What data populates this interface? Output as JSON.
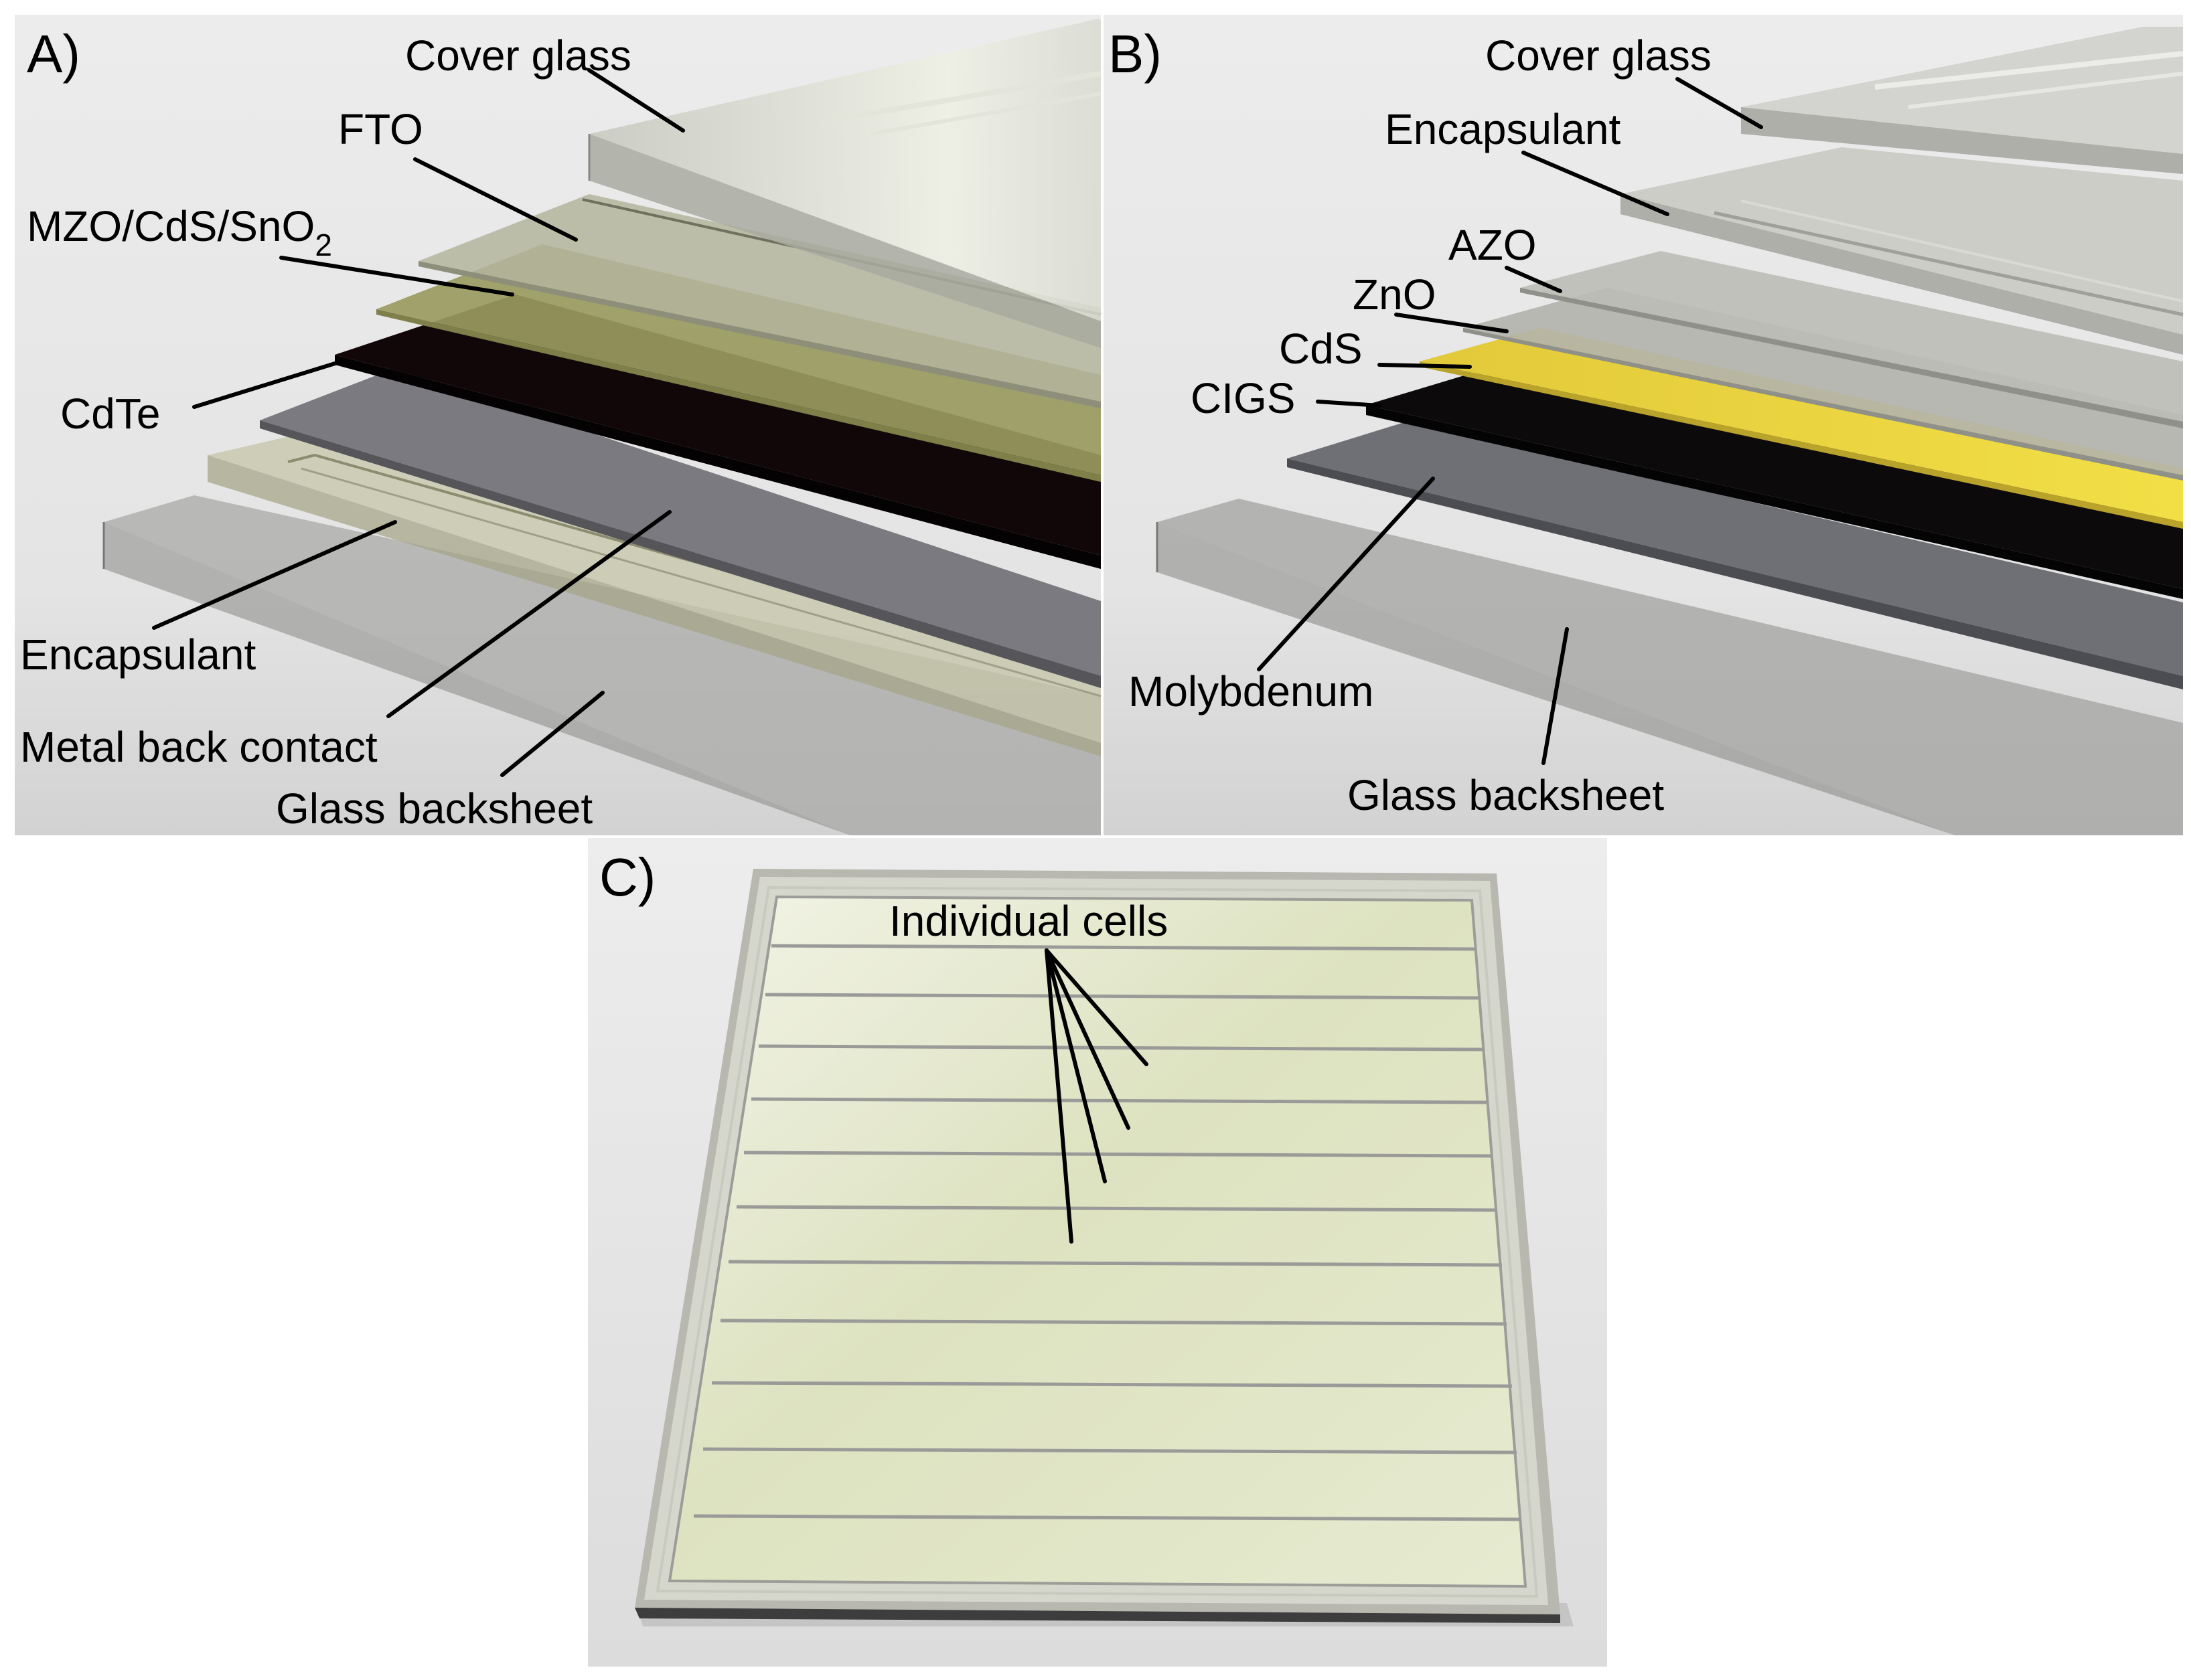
{
  "panels": {
    "a": {
      "letter": "A)",
      "labels": {
        "cover_glass": "Cover glass",
        "fto": "FTO",
        "mzo_main": "MZO/CdS/SnO",
        "mzo_sub": "2",
        "cdte": "CdTe",
        "encapsulant": "Encapsulant",
        "metal_back_contact": "Metal back contact",
        "glass_backsheet": "Glass backsheet"
      },
      "layer_colors": {
        "cover_glass": "#b9bab0",
        "fto": "#b4b59c",
        "mzo_cds_sno2": "#9a9a60",
        "cdte": "#120708",
        "metal_back_contact": "#7a7a80",
        "encapsulant": "#c6c6a8",
        "glass_backsheet": "#a4a4a2"
      }
    },
    "b": {
      "letter": "B)",
      "labels": {
        "cover_glass": "Cover glass",
        "encapsulant": "Encapsulant",
        "azo": "AZO",
        "zno": "ZnO",
        "cds": "CdS",
        "cigs": "CIGS",
        "molybdenum": "Molybdenum",
        "glass_backsheet": "Glass backsheet"
      },
      "layer_colors": {
        "cover_glass": "#b8b9b4",
        "encapsulant": "#c7c8c2",
        "azo": "#bcbdb6",
        "zno": "#b2b3ac",
        "cds": "#e7cf39",
        "cigs": "#0d0a0c",
        "molybdenum": "#6f7076",
        "glass_backsheet": "#a3a3a1"
      }
    },
    "c": {
      "letter": "C)",
      "labels": {
        "individual_cells": "Individual cells"
      },
      "layer_colors": {
        "module_frame": "#b8b8b0",
        "cell_area": "#dfe3c4",
        "scribe_line": "#9a9a98"
      }
    }
  }
}
